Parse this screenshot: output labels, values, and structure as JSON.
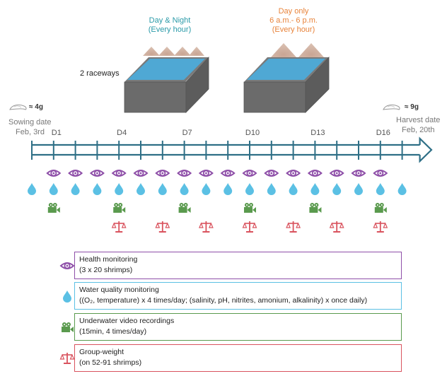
{
  "raceways": {
    "label": "2 raceways",
    "left": {
      "feeding_line1": "Day & Night",
      "feeding_line2": "(Every hour)",
      "color": "#2a9aa8"
    },
    "right": {
      "feeding_line1": "Day only",
      "feeding_line2": "6 a.m.- 6 p.m.",
      "feeding_line3": "(Every hour)",
      "color": "#e8833a"
    }
  },
  "timeline": {
    "start": {
      "weight": "≈ 4g",
      "label": "Sowing date",
      "date": "Feb, 3rd"
    },
    "end": {
      "weight": "≈ 9g",
      "label": "Harvest date",
      "date": "Feb, 20th"
    },
    "tick_count": 18,
    "day_labels": [
      {
        "tick": 1,
        "text": "D1"
      },
      {
        "tick": 4,
        "text": "D4"
      },
      {
        "tick": 7,
        "text": "D7"
      },
      {
        "tick": 10,
        "text": "D10"
      },
      {
        "tick": 13,
        "text": "D13"
      },
      {
        "tick": 16,
        "text": "D16"
      }
    ],
    "color": "#2e6f86"
  },
  "schedule": {
    "health": [
      1,
      2,
      3,
      4,
      5,
      6,
      7,
      8,
      9,
      10,
      11,
      12,
      13,
      14,
      15,
      16
    ],
    "water": [
      0,
      1,
      2,
      3,
      4,
      5,
      6,
      7,
      8,
      9,
      10,
      11,
      12,
      13,
      14,
      15,
      16,
      17
    ],
    "video": [
      1,
      4,
      7,
      10,
      13,
      16
    ],
    "weight": [
      4,
      6,
      8,
      10,
      12,
      14,
      16
    ]
  },
  "legend": [
    {
      "key": "health",
      "icon": "eye-icon",
      "title": "Health monitoring",
      "detail": "(3 x 20 shrimps)",
      "color": "#8e4fa8"
    },
    {
      "key": "water",
      "icon": "water-drop-icon",
      "title": "Water quality monitoring",
      "detail": "((O₂, temperature) x 4 times/day; (salinity, pH, nitrites, amonium, alkalinity) x once daily)",
      "color": "#5bc0e4"
    },
    {
      "key": "video",
      "icon": "video-camera-icon",
      "title": "Underwater video recordings",
      "detail": "(15min, 4 times/day)",
      "color": "#5a9a4e"
    },
    {
      "key": "weight",
      "icon": "scale-icon",
      "title": "Group-weight",
      "detail": "(on 52-91 shrimps)",
      "color": "#d9535e"
    }
  ]
}
